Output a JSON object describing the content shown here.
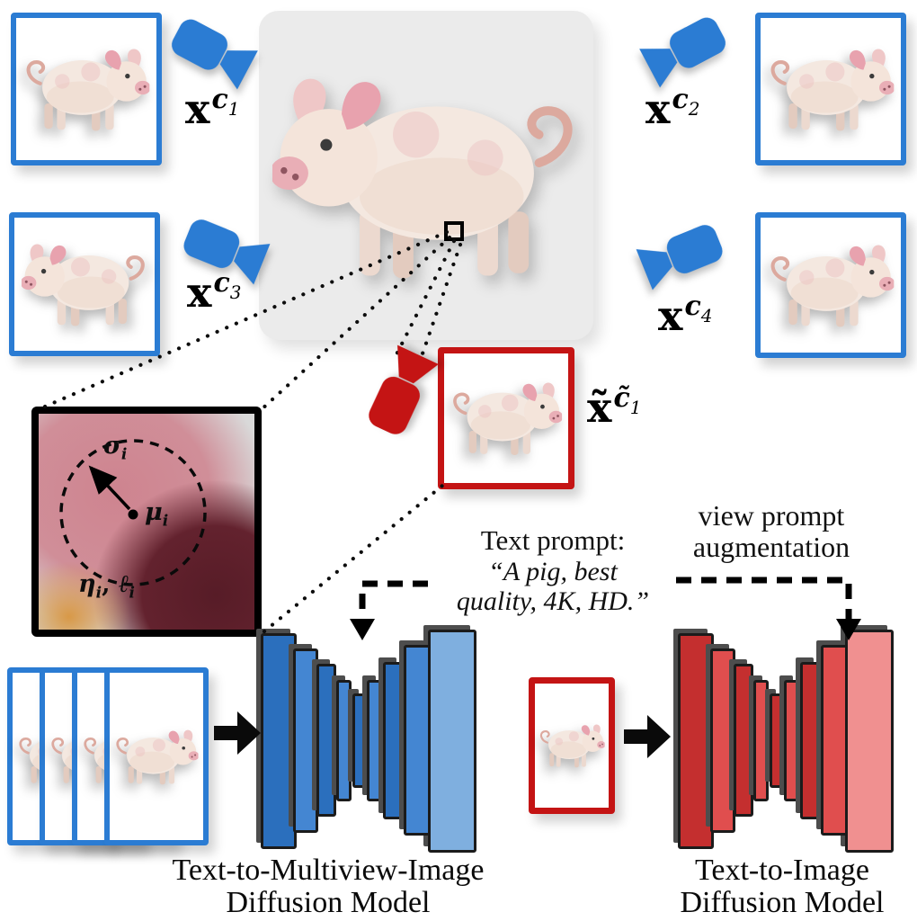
{
  "colors": {
    "view_frame_blue": "#2b7cd3",
    "novel_frame_red": "#c41414",
    "panel_gray": "#ebebeb",
    "network_blue_dark": "#2b6fbd",
    "network_blue_light": "#7fafdf",
    "network_red_dark": "#c42f2f",
    "network_red_light": "#f09090",
    "ink": "#111111"
  },
  "icons": {
    "camera": "video-camera-icon",
    "pig": "pig-3d-render-image",
    "zoom_square": "zoom-source-square",
    "flow_arrow": "thick-black-right-arrow",
    "conditioning_arrow": "dashed-down-arrow",
    "connector": "dotted-connector-line"
  },
  "views": {
    "c1": {
      "base": "x",
      "sup": "c",
      "sub": "1"
    },
    "c2": {
      "base": "x",
      "sup": "c",
      "sub": "2"
    },
    "c3": {
      "base": "x",
      "sup": "c",
      "sub": "3"
    },
    "c4": {
      "base": "x",
      "sup": "c",
      "sub": "4"
    },
    "novel": {
      "base": "x̃",
      "sup": "c̃",
      "sub": "1"
    }
  },
  "zoom_box": {
    "sigma": "σ",
    "mu": "μ",
    "eta": "η",
    "ell": "ℓ",
    "sub": "i",
    "comma": ", "
  },
  "prompt": {
    "title": "Text prompt:",
    "line1": "“A pig, best",
    "line2": "quality, 4K, HD.”"
  },
  "augmentation": {
    "line1": "view prompt",
    "line2": "augmentation"
  },
  "models": {
    "multiview": {
      "line1": "Text-to-Multiview-Image",
      "line2": "Diffusion Model"
    },
    "t2i": {
      "line1": "Text-to-Image",
      "line2": "Diffusion Model"
    }
  }
}
